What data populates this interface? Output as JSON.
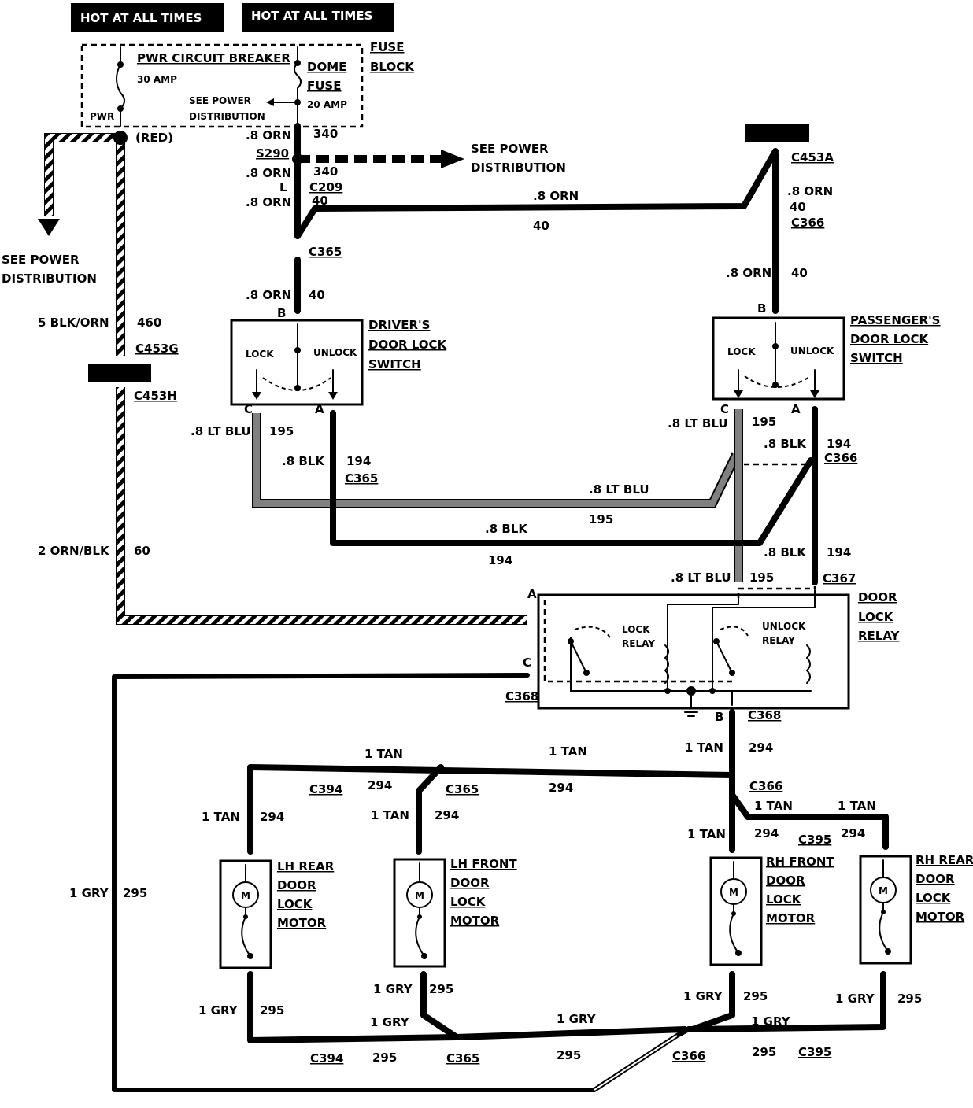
{
  "hot_labels": [
    "HOT AT ALL TIMES",
    "HOT AT ALL TIMES"
  ],
  "fuse_block": {
    "title": [
      "FUSE",
      "BLOCK"
    ],
    "breaker": "PWR CIRCUIT BREAKER",
    "breaker_amp": "30 AMP",
    "pwr": "PWR",
    "dome": [
      "DOME",
      "FUSE"
    ],
    "dome_amp": "20 AMP",
    "see_power": [
      "SEE POWER",
      "DISTRIBUTION"
    ]
  },
  "see_power_right": [
    "SEE POWER",
    "DISTRIBUTION"
  ],
  "see_power_left": [
    "SEE POWER",
    "DISTRIBUTION"
  ],
  "red": "(RED)",
  "wire_labels": {
    "orn": ".8 ORN",
    "c340": "340",
    "s290": "S290",
    "c209": "C209",
    "l": "L",
    "c40": "40",
    "c365": "C365",
    "c453a": "C453A",
    "c366": "C366",
    "c367": "C367",
    "c368": "C368",
    "c453g": "C453G",
    "c453h": "C453H",
    "blk_orn": "5 BLK/ORN",
    "c460": "460",
    "orn_blk": "2 ORN/BLK",
    "c60": "60",
    "ltblu": ".8 LT BLU",
    "c195": "195",
    "blk": ".8 BLK",
    "c194": "194",
    "tan": "1 TAN",
    "c294": "294",
    "gry": "1 GRY",
    "c295": "295",
    "c394": "C394",
    "c395": "C395",
    "b": "B",
    "a": "A",
    "c": "C"
  },
  "driver_switch": {
    "title": [
      "DRIVER'S",
      "DOOR LOCK",
      "SWITCH"
    ],
    "lock": "LOCK",
    "unlock": "UNLOCK"
  },
  "passenger_switch": {
    "title": [
      "PASSENGER'S",
      "DOOR LOCK",
      "SWITCH"
    ],
    "lock": "LOCK",
    "unlock": "UNLOCK"
  },
  "relay": {
    "title": [
      "DOOR",
      "LOCK",
      "RELAY"
    ],
    "lock": [
      "LOCK",
      "RELAY"
    ],
    "unlock": [
      "UNLOCK",
      "RELAY"
    ]
  },
  "motors": [
    {
      "title": [
        "LH REAR",
        "DOOR",
        "LOCK",
        "MOTOR"
      ]
    },
    {
      "title": [
        "LH FRONT",
        "DOOR",
        "LOCK",
        "MOTOR"
      ]
    },
    {
      "title": [
        "RH FRONT",
        "DOOR",
        "LOCK",
        "MOTOR"
      ]
    },
    {
      "title": [
        "RH REAR",
        "DOOR",
        "LOCK",
        "MOTOR"
      ]
    }
  ],
  "motor_symbol": "M"
}
